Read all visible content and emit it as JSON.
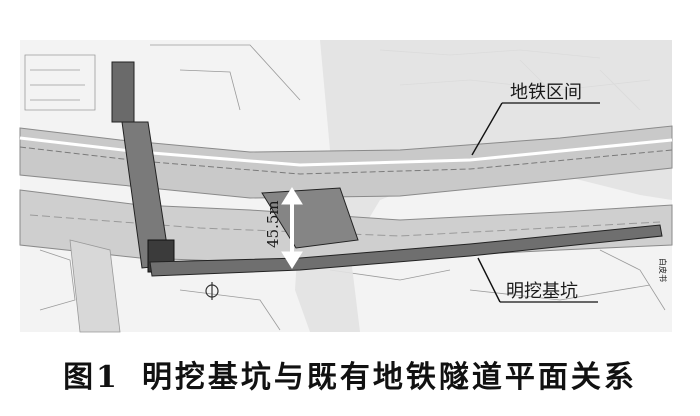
{
  "annotations": {
    "metro_section": "地铁区间",
    "open_pit": "明挖基坑",
    "width": "45.5m",
    "side_text": "白皮书"
  },
  "caption": {
    "figure_no": "图1",
    "title": "明挖基坑与既有地铁隧道平面关系"
  },
  "colors": {
    "road_band": "#c9c9c9",
    "pit_fill": "#7a7a7a",
    "pit_dark": "#3b3b3b",
    "light_area": "#e2e2e2",
    "line": "#555555"
  }
}
